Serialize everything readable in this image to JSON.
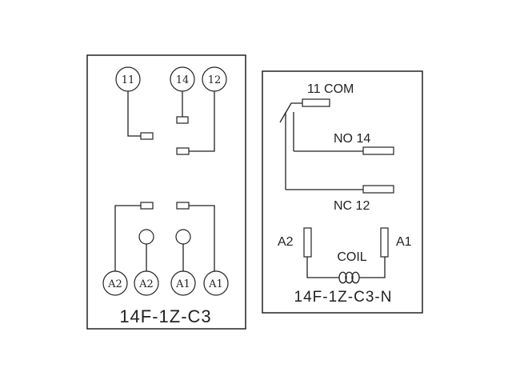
{
  "left_panel": {
    "terminals": {
      "t11": "11",
      "t14": "14",
      "t12": "12",
      "a2_left": "A2",
      "a2_right": "A2",
      "a1_left": "A1",
      "a1_right": "A1"
    },
    "model": "14F-1Z-C3"
  },
  "right_panel": {
    "com_label": "11 COM",
    "no_label": "NO 14",
    "nc_label": "NC  12",
    "a2_label": "A2",
    "a1_label": "A1",
    "coil_label": "COIL",
    "model": "14F-1Z-C3-N"
  }
}
